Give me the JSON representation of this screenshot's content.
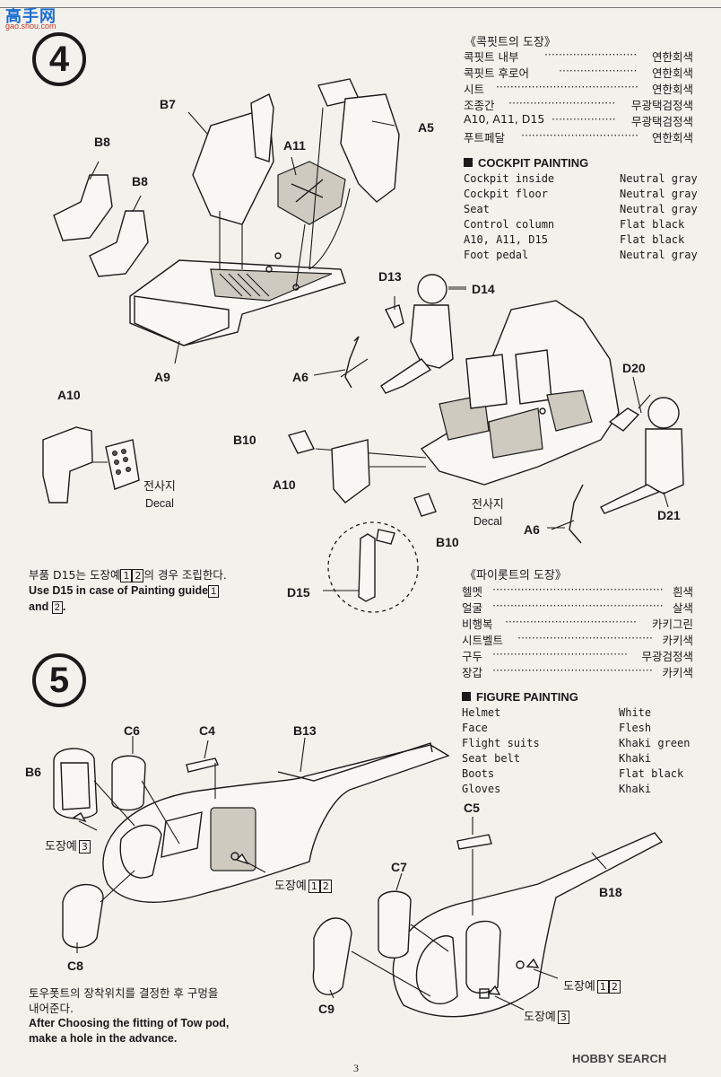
{
  "watermark": {
    "brand": "高手网",
    "site": "gao.shou.com"
  },
  "steps": {
    "step4": "4",
    "step5": "5"
  },
  "cockpit_painting": {
    "ko_title": "《콕핏트의 도장》",
    "ko_rows": [
      {
        "label": "콕핏트 내부",
        "value": "연한회색"
      },
      {
        "label": "콕핏트 후로어",
        "value": "연한회색"
      },
      {
        "label": "시트",
        "value": "연한회색"
      },
      {
        "label": "조종간",
        "value": "무광택검정색"
      },
      {
        "label": "A10, A11, D15",
        "value": "무광택검정색"
      },
      {
        "label": "푸트페달",
        "value": "연한회색"
      }
    ],
    "en_title": "COCKPIT PAINTING",
    "en_rows": [
      {
        "label": "Cockpit inside",
        "value": "Neutral gray"
      },
      {
        "label": "Cockpit floor",
        "value": "Neutral gray"
      },
      {
        "label": "Seat",
        "value": "Neutral gray"
      },
      {
        "label": "Control column",
        "value": "Flat black"
      },
      {
        "label": "A10, A11, D15",
        "value": "Flat black"
      },
      {
        "label": "Foot pedal",
        "value": "Neutral gray"
      }
    ]
  },
  "pilot_painting": {
    "ko_title": "《파이롯트의 도장》",
    "ko_rows": [
      {
        "label": "헬멧",
        "value": "흰색"
      },
      {
        "label": "얼굴",
        "value": "살색"
      },
      {
        "label": "비행복",
        "value": "카키그린"
      },
      {
        "label": "시트벨트",
        "value": "카키색"
      },
      {
        "label": "구두",
        "value": "무광검정색"
      },
      {
        "label": "장갑",
        "value": "카키색"
      }
    ],
    "en_title": "FIGURE PAINTING",
    "en_rows": [
      {
        "label": "Helmet",
        "value": "White"
      },
      {
        "label": "Face",
        "value": "Flesh"
      },
      {
        "label": "Flight suits",
        "value": "Khaki green"
      },
      {
        "label": "Seat belt",
        "value": "Khaki"
      },
      {
        "label": "Boots",
        "value": "Flat black"
      },
      {
        "label": "Gloves",
        "value": "Khaki"
      }
    ]
  },
  "parts": {
    "b7": "B7",
    "b8a": "B8",
    "b8b": "B8",
    "a11": "A11",
    "a5": "A5",
    "a9": "A9",
    "d13": "D13",
    "d14": "D14",
    "a6a": "A6",
    "d20": "D20",
    "a10a": "A10",
    "b10a": "B10",
    "a10b": "A10",
    "b10b": "B10",
    "a6b": "A6",
    "d21": "D21",
    "d15": "D15",
    "c6": "C6",
    "c4": "C4",
    "b13": "B13",
    "b6": "B6",
    "c8": "C8",
    "c5": "C5",
    "c7": "C7",
    "b18": "B18",
    "c9": "C9"
  },
  "decal": {
    "ko": "전사지",
    "en": "Decal"
  },
  "d15_note": {
    "ko_prefix": "부품 D15는 도장예",
    "ko_suffix": "의 경우 조립한다.",
    "en_prefix": "Use D15 in case of Painting guide",
    "en_and": "and",
    "boxes": [
      "1",
      "2"
    ]
  },
  "paint_refs": {
    "ko": "도장예",
    "ref12": [
      "1",
      "2"
    ],
    "ref3": [
      "3"
    ]
  },
  "tow_note": {
    "ko_line1": "토우폿트의 장착위치를 결정한 후 구멍을",
    "ko_line2": "내어준다.",
    "en_line1": "After Choosing the fitting of Tow pod,",
    "en_line2": "make a hole in the advance."
  },
  "footer": {
    "page": "3",
    "source": "HOBBY SEARCH"
  }
}
